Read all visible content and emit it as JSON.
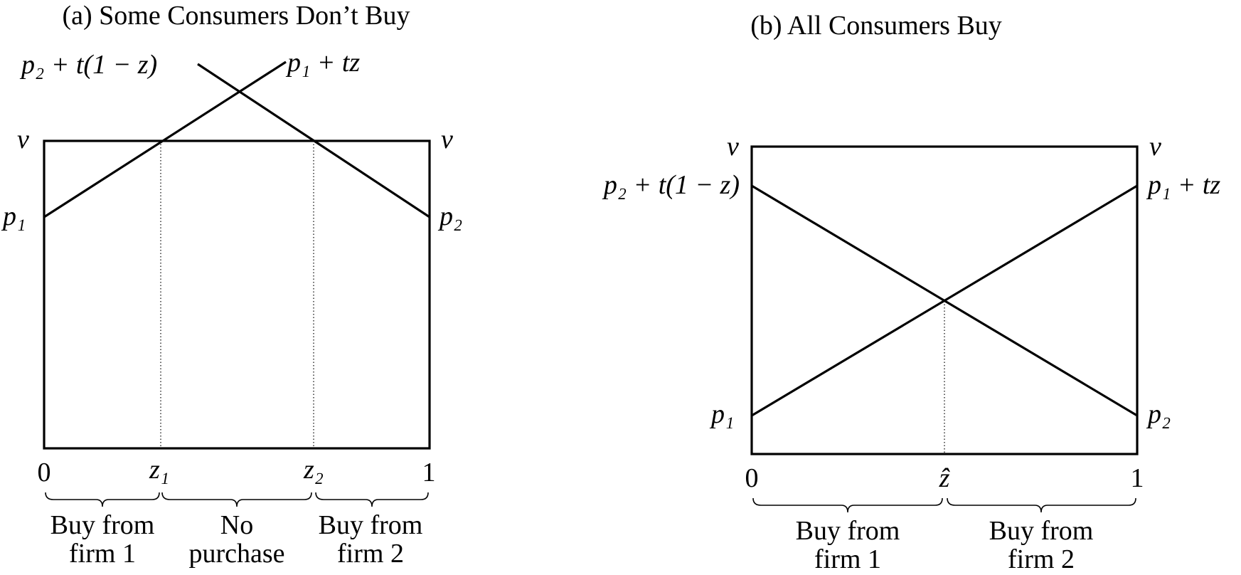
{
  "panel_a": {
    "title": "(a) Some Consumers Don’t Buy",
    "curve_label_left": "p₂ + t(1 − z)",
    "curve_label_right": "p₁ + tz",
    "v_left": "v",
    "v_right": "v",
    "p1": "p₁",
    "p2": "p₂",
    "x0": "0",
    "z1": "z₁",
    "z2": "z₂",
    "x1": "1",
    "region1_line1": "Buy from",
    "region1_line2": "firm 1",
    "region2_line1": "No",
    "region2_line2": "purchase",
    "region3_line1": "Buy from",
    "region3_line2": "firm 2"
  },
  "panel_b": {
    "title": "(b) All Consumers Buy",
    "v_left": "v",
    "v_right": "v",
    "label_left_top": "p₂ + t(1 − z)",
    "label_right_top": "p₁ + tz",
    "p1": "p₁",
    "p2": "p₂",
    "x0": "0",
    "zhat": "ẑ",
    "x1": "1",
    "region1_line1": "Buy from",
    "region1_line2": "firm 1",
    "region2_line1": "Buy from",
    "region2_line2": "firm 2"
  }
}
